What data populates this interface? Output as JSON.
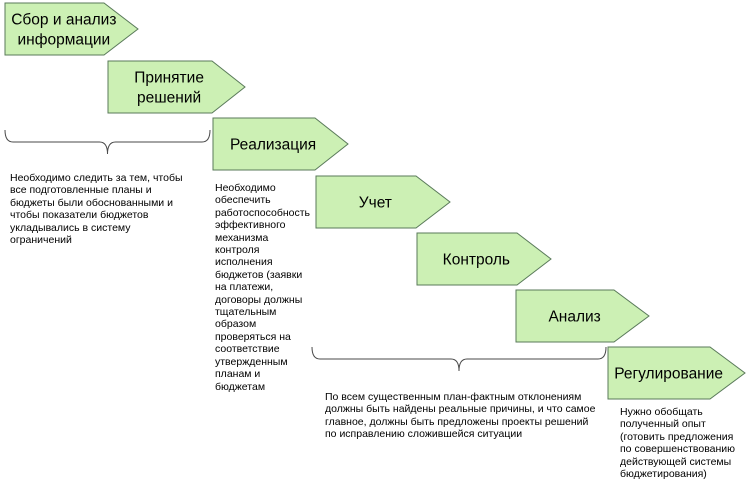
{
  "colors": {
    "arrow_fill": "#ccf0b4",
    "arrow_stroke": "#5a7a5a",
    "brace_stroke": "#4a4a4a"
  },
  "steps": [
    "Сбор и анализ\nинформации",
    "Принятие\nрешений",
    "Реализация",
    "Учет",
    "Контроль",
    "Анализ",
    "Регулирование"
  ],
  "notes": {
    "planning": "Необходимо следить за тем, чтобы\nвсе подготовленные планы и\nбюджеты были обоснованными и\nчтобы показатели бюджетов\nукладывались в систему\nограничений",
    "implementation": "Необходимо\nобеспечить\nработоспособность\nэффективного\nмеханизма\nконтроля\nисполнения\nбюджетов (заявки\nна платежи,\nдоговоры должны\nтщательным\nобразом\nпроверяться на\nсоответствие\nутвержденным\nпланам и\nбюджетам",
    "analysis": "По всем существенным план-фактным отклонениям\nдолжны быть найдены реальные причины, и что самое\nглавное, должны быть предложены проекты решений\nпо исправлению сложившейся ситуации",
    "regulation": "Нужно обобщать\nполученный опыт\n(готовить предложения\nпо совершенствованию\nдействующей системы\nбюджетирования)"
  }
}
